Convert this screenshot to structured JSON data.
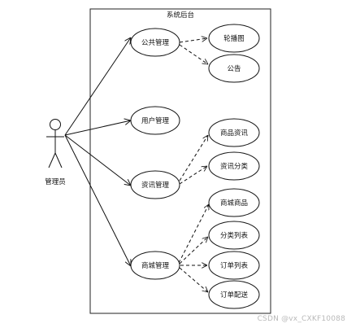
{
  "system": {
    "title": "系统后台"
  },
  "actor": {
    "label": "管理员"
  },
  "primary_use_cases": [
    {
      "id": "public",
      "label": "公共管理"
    },
    {
      "id": "user",
      "label": "用户管理"
    },
    {
      "id": "info",
      "label": "资讯管理"
    },
    {
      "id": "mall",
      "label": "商城管理"
    }
  ],
  "sub_use_cases": [
    {
      "parent": "public",
      "label": "轮播图"
    },
    {
      "parent": "public",
      "label": "公告"
    },
    {
      "parent": "info",
      "label": "商品资讯"
    },
    {
      "parent": "info",
      "label": "资讯分类"
    },
    {
      "parent": "mall",
      "label": "商城商品"
    },
    {
      "parent": "mall",
      "label": "分类列表"
    },
    {
      "parent": "mall",
      "label": "订单列表"
    },
    {
      "parent": "mall",
      "label": "订单配送"
    }
  ],
  "watermark": "CSDN @vx_CXKF10088"
}
